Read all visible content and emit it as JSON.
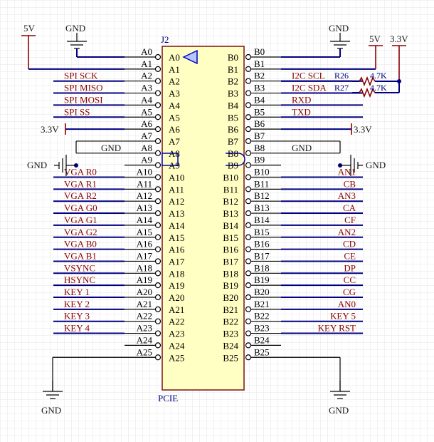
{
  "component": {
    "designator": "J2",
    "footprint": "PCIE",
    "left_pins": [
      "A0",
      "A1",
      "A2",
      "A3",
      "A4",
      "A5",
      "A6",
      "A7",
      "A8",
      "A9",
      "A10",
      "A11",
      "A12",
      "A13",
      "A14",
      "A15",
      "A16",
      "A17",
      "A18",
      "A19",
      "A20",
      "A21",
      "A22",
      "A23",
      "A24",
      "A25"
    ],
    "right_pins": [
      "B0",
      "B1",
      "B2",
      "B3",
      "B4",
      "B5",
      "B6",
      "B7",
      "B8",
      "B9",
      "B10",
      "B11",
      "B12",
      "B13",
      "B14",
      "B15",
      "B16",
      "B17",
      "B18",
      "B19",
      "B20",
      "B21",
      "B22",
      "B23",
      "B24",
      "B25"
    ]
  },
  "left_nets": [
    "",
    "",
    "SPI_SCK",
    "SPI_MISO",
    "SPI_MOSI",
    "SPI_SS",
    "",
    "",
    "GND",
    "",
    "VGA_R0",
    "VGA_R1",
    "VGA_R2",
    "VGA_G0",
    "VGA_G1",
    "VGA_G2",
    "VGA_B0",
    "VGA_B1",
    "VSYNC",
    "HSYNC",
    "KEY_1",
    "KEY_2",
    "KEY_3",
    "KEY_4",
    "",
    ""
  ],
  "right_nets": [
    "",
    "",
    "I2C_SCL",
    "I2C_SDA",
    "RXD",
    "TXD",
    "",
    "",
    "GND",
    "",
    "AN1",
    "CB",
    "AN3",
    "CA",
    "CF",
    "AN2",
    "CD",
    "CE",
    "DP",
    "CC",
    "CG",
    "AN0",
    "KEY_5",
    "KEY_RST",
    "",
    ""
  ],
  "power": {
    "gnd": "GND",
    "v5": "5V",
    "v33": "3.3V"
  },
  "resistors": [
    {
      "designator": "R26",
      "value": "4.7K"
    },
    {
      "designator": "R27",
      "value": "4.7K"
    }
  ]
}
